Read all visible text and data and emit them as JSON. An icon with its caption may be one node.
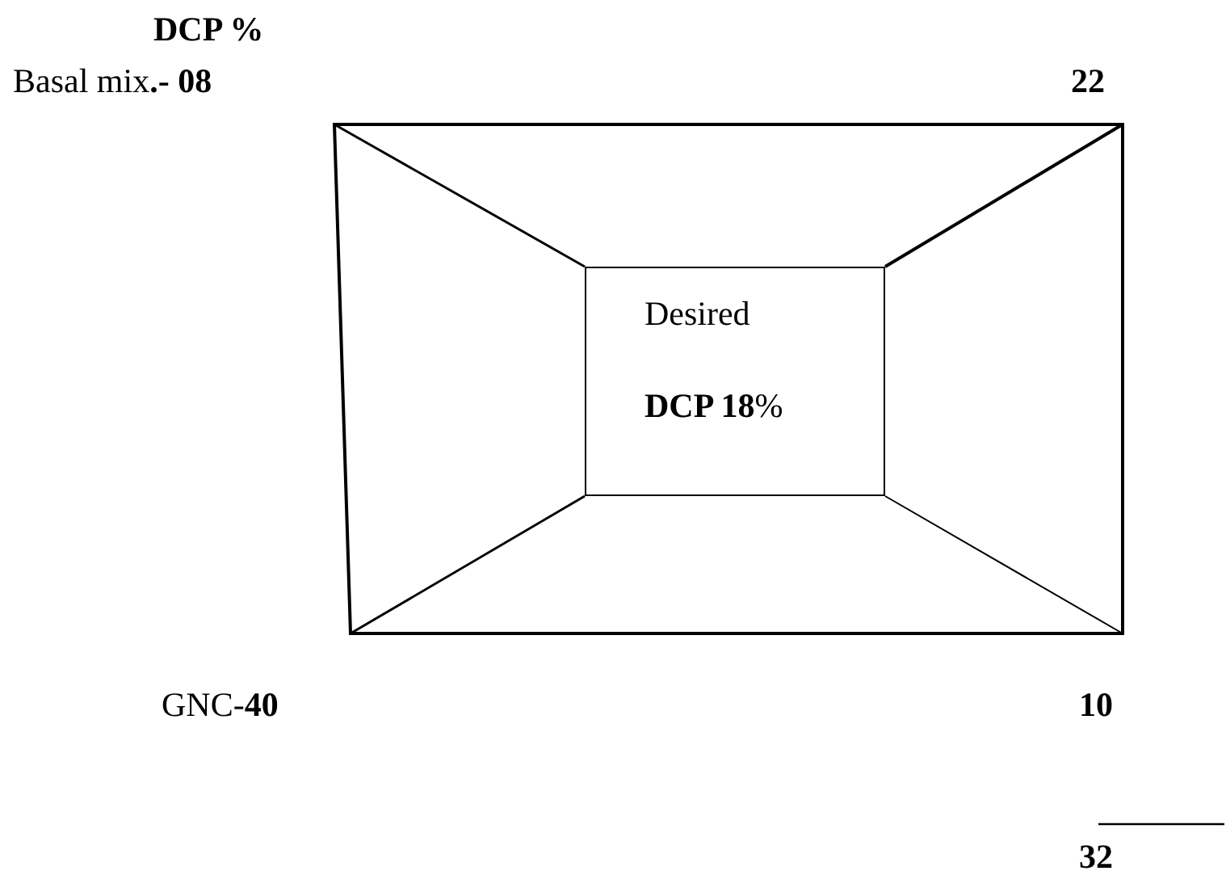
{
  "diagram": {
    "nodes": [
      {
        "text": [],
        "shape": "box"
      },
      {
        "text": [
          "Desired",
          "**DCP 18**%"
        ],
        "in": 0
      }
    ],
    "edges": [
      {
        "from": 0,
        "to": 1,
        "arrow": "none"
      },
      {
        "from": 0,
        "to": 1,
        "arrow": "none"
      },
      {
        "from": 0,
        "to": 1,
        "arrow": "none"
      },
      {
        "from": 0,
        "to": 1,
        "arrow": "none"
      }
    ],
    "labels": [
      "DCP %",
      "Basal mix**.- 08**",
      "22",
      "GNC-**40**",
      "10",
      "32"
    ]
  }
}
